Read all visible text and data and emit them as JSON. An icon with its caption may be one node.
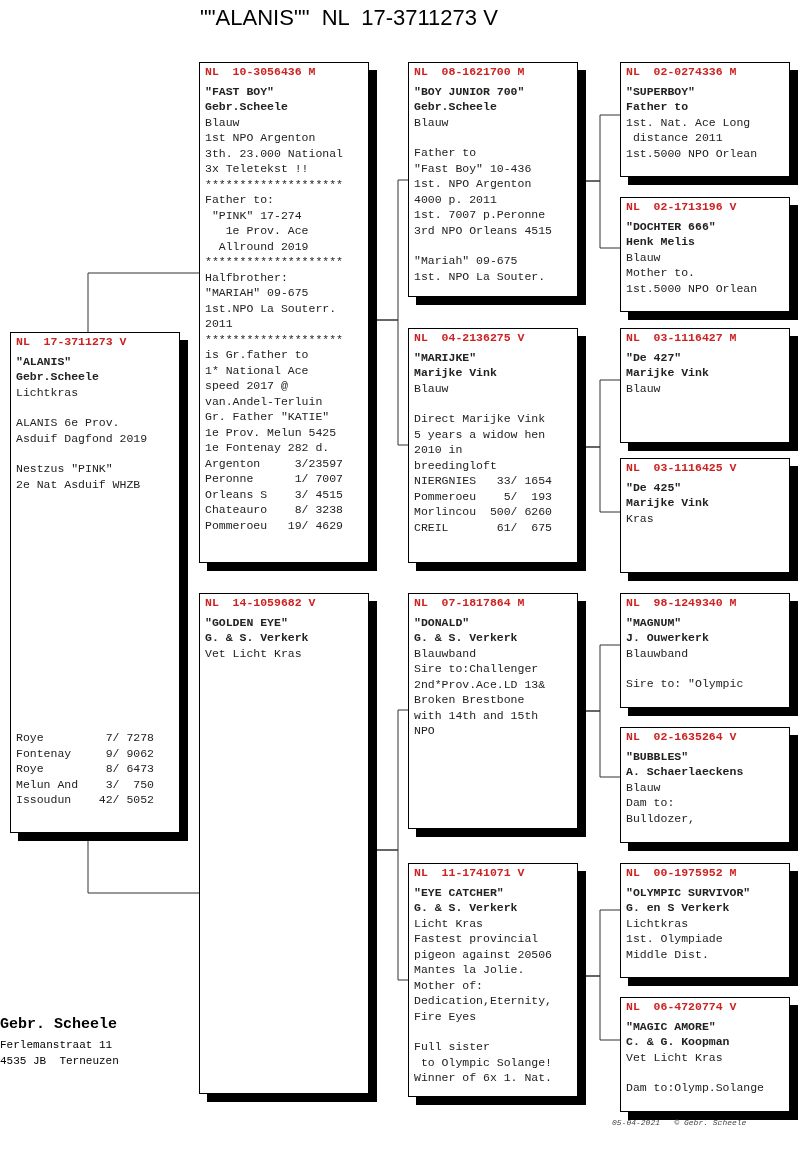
{
  "diagram": {
    "title": "\"\"ALANIS\"\"  NL  17-3711273 V",
    "nodes": [
      {
        "text": [
          "NL  17-3711273 V",
          "\"ALANIS\"",
          "Gebr.Scheele",
          "Lichtkras",
          "ALANIS 6e Prov.",
          "Asduif Dagfond 2019",
          "Nestzus \"PINK\"",
          "2e Nat Asduif WHZB",
          "Roye         7/ 7278",
          "Fontenay     9/ 9062",
          "Roye         8/ 6473",
          "Melun And    3/  750",
          "Issoudun    42/ 5052"
        ]
      },
      {
        "text": [
          "NL  10-3056436 M",
          "\"FAST BOY\"",
          "Gebr.Scheele",
          "Blauw",
          "1st NPO Argenton",
          "3th. 23.000 National",
          "3x Teletekst !!",
          "********************",
          "Father to:",
          " \"PINK\" 17-274",
          "   1e Prov. Ace",
          "  Allround 2019",
          "********************",
          "Halfbrother:",
          "\"MARIAH\" 09-675",
          "1st.NPO La Souterr.",
          "2011",
          "********************",
          "is Gr.father to",
          "1* National Ace",
          "speed 2017 @",
          "van.Andel-Terluin",
          "Gr. Father \"KATIE\"",
          "1e Prov. Melun 5425",
          "1e Fontenay 282 d.",
          "Argenton     3/23597",
          "Peronne      1/ 7007",
          "Orleans S    3/ 4515",
          "Chateauro    8/ 3238",
          "Pommeroeu   19/ 4629"
        ]
      },
      {
        "text": [
          "NL  14-1059682 V",
          "\"GOLDEN EYE\"",
          "G. & S. Verkerk",
          "Vet Licht Kras"
        ]
      },
      {
        "text": [
          "NL  08-1621700 M",
          "\"BOY JUNIOR 700\"",
          "Gebr.Scheele",
          "Blauw",
          "Father to",
          "\"Fast Boy\" 10-436",
          "1st. NPO Argenton",
          "4000 p. 2011",
          "1st. 7007 p.Peronne",
          "3rd NPO Orleans 4515",
          "\"Mariah\" 09-675",
          "1st. NPO La Souter."
        ]
      },
      {
        "text": [
          "NL  04-2136275 V",
          "\"MARIJKE\"",
          "Marijke Vink",
          "Blauw",
          "Direct Marijke Vink",
          "5 years a widow hen",
          "2010 in",
          "breedingloft",
          "NIERGNIES   33/ 1654",
          "Pommeroeu    5/  193",
          "Morlincou  500/ 6260",
          "CREIL       61/  675"
        ]
      },
      {
        "text": [
          "NL  07-1817864 M",
          "\"DONALD\"",
          "G. & S. Verkerk",
          "Blauwband",
          "Sire to:Challenger",
          "2nd*Prov.Ace.LD 13&",
          "Broken Brestbone",
          "with 14th and 15th",
          "NPO"
        ]
      },
      {
        "text": [
          "NL  11-1741071 V",
          "\"EYE CATCHER\"",
          "G. & S. Verkerk",
          "Licht Kras",
          "Fastest provincial",
          "pigeon against 20506",
          "Mantes la Jolie.",
          "Mother of:",
          "Dedication,Eternity,",
          "Fire Eyes",
          "Full sister",
          " to Olympic Solange!",
          "Winner of 6x 1. Nat."
        ]
      },
      {
        "text": [
          "NL  02-0274336 M",
          "\"SUPERBOY\"",
          "Father to",
          "1st. Nat. Ace Long",
          " distance 2011",
          "1st.5000 NPO Orlean"
        ]
      },
      {
        "text": [
          "NL  02-1713196 V",
          "\"DOCHTER 666\"",
          "Henk Melis",
          "Blauw",
          "Mother to.",
          "1st.5000 NPO Orlean"
        ]
      },
      {
        "text": [
          "NL  03-1116427 M",
          "\"De 427\"",
          "Marijke Vink",
          "Blauw"
        ]
      },
      {
        "text": [
          "NL  03-1116425 V",
          "\"De 425\"",
          "Marijke Vink",
          "Kras"
        ]
      },
      {
        "text": [
          "NL  98-1249340 M",
          "\"MAGNUM\"",
          "J. Ouwerkerk",
          "Blauwband",
          "Sire to: \"Olympic"
        ]
      },
      {
        "text": [
          "NL  02-1635264 V",
          "\"BUBBLES\"",
          "A. Schaerlaeckens",
          "Blauw",
          "Dam to:",
          "Bulldozer,"
        ]
      },
      {
        "text": [
          "NL  00-1975952 M",
          "\"OLYMPIC SURVIVOR\"",
          "G. en S Verkerk",
          "Lichtkras",
          "1st. Olympiade",
          "Middle Dist."
        ]
      },
      {
        "text": [
          "NL  06-4720774 V",
          "\"MAGIC AMORE\"",
          "C. & G. Koopman",
          "Vet Licht Kras",
          "Dam to:Olymp.Solange"
        ]
      }
    ],
    "edges": [
      {
        "from": 0,
        "to": 1,
        "arrow": "none"
      },
      {
        "from": 0,
        "to": 2,
        "arrow": "none"
      },
      {
        "from": 1,
        "to": 3,
        "arrow": "none"
      },
      {
        "from": 1,
        "to": 4,
        "arrow": "none"
      },
      {
        "from": 2,
        "to": 5,
        "arrow": "none"
      },
      {
        "from": 2,
        "to": 6,
        "arrow": "none"
      },
      {
        "from": 3,
        "to": 7,
        "arrow": "none"
      },
      {
        "from": 3,
        "to": 8,
        "arrow": "none"
      },
      {
        "from": 4,
        "to": 9,
        "arrow": "none"
      },
      {
        "from": 4,
        "to": 10,
        "arrow": "none"
      },
      {
        "from": 5,
        "to": 11,
        "arrow": "none"
      },
      {
        "from": 5,
        "to": 12,
        "arrow": "none"
      },
      {
        "from": 6,
        "to": 13,
        "arrow": "none"
      },
      {
        "from": 6,
        "to": 14,
        "arrow": "none"
      }
    ],
    "labels": [
      "Gebr. Scheele",
      "Ferlemanstraat 11",
      "4535 JB  Terneuzen",
      "05-04-2021   © Gebr. Scheele"
    ]
  }
}
